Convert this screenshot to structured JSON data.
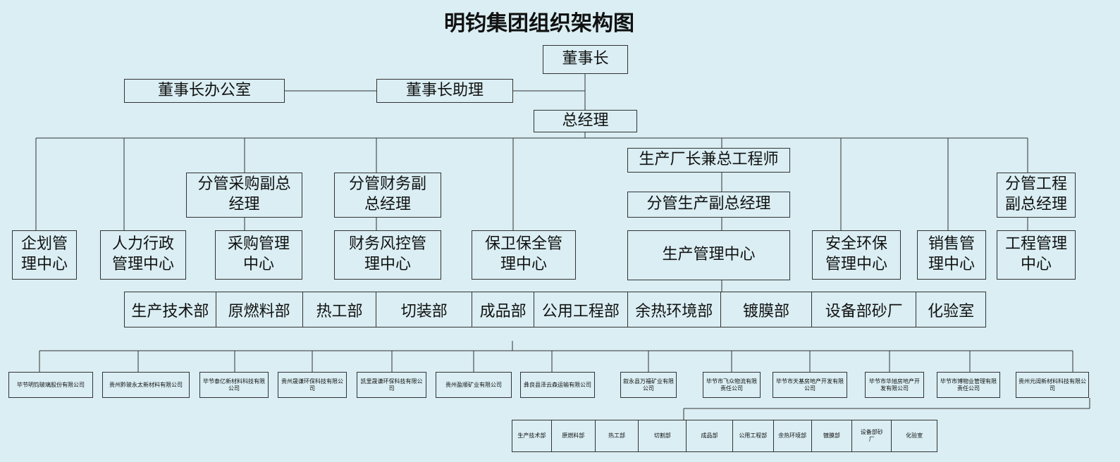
{
  "title": "明钧集团组织架构图",
  "nodes": {
    "chairman": "董事长",
    "chairman_office": "董事长办公室",
    "chairman_assistant": "董事长助理",
    "general_manager": "总经理",
    "plant_director": "生产厂长兼总工程师",
    "production_vp": "分管生产副总经理",
    "procurement_vp": "分管采购副总经理",
    "finance_vp": "分管财务副总经理",
    "engineering_vp": "分管工程副总经理"
  },
  "centers": {
    "planning": "企划管理中心",
    "hr_admin": "人力行政管理中心",
    "procurement": "采购管理中心",
    "finance_risk": "财务风控管理中心",
    "security": "保卫保全管理中心",
    "production": "生产管理中心",
    "safety_env": "安全环保管理中心",
    "sales": "销售管理中心",
    "engineering": "工程管理中心"
  },
  "departments": [
    "生产技术部",
    "原燃料部",
    "热工部",
    "切装部",
    "成品部",
    "公用工程部",
    "余热环境部",
    "镀膜部",
    "设备部砂厂",
    "化验室"
  ],
  "companies": [
    "毕节明钧玻璃股份有限公司",
    "贵州黔玻永太新材料有限公司",
    "毕节泰亿新材料科技有限公司",
    "贵州晟谦环保科技有限公司",
    "凯里晟谦环保科技有限公司",
    "贵州盈顺矿业有限公司",
    "彝良县泽云森运输有限公司",
    "叙永县万福矿业有限公司",
    "毕节市飞众物流有限责任公司",
    "毕节市天基房地产开发有限公司",
    "毕节市华旭房地产开发有限公司",
    "毕节市博物业管理有限责任公司",
    "贵州元阔新材料科技有限公司"
  ],
  "sub_departments": [
    "生产技术部",
    "原燃料部",
    "热工部",
    "切割部",
    "成品部",
    "公用工程部",
    "余热环境部",
    "镀膜部",
    "设备部砂厂",
    "化验室"
  ]
}
